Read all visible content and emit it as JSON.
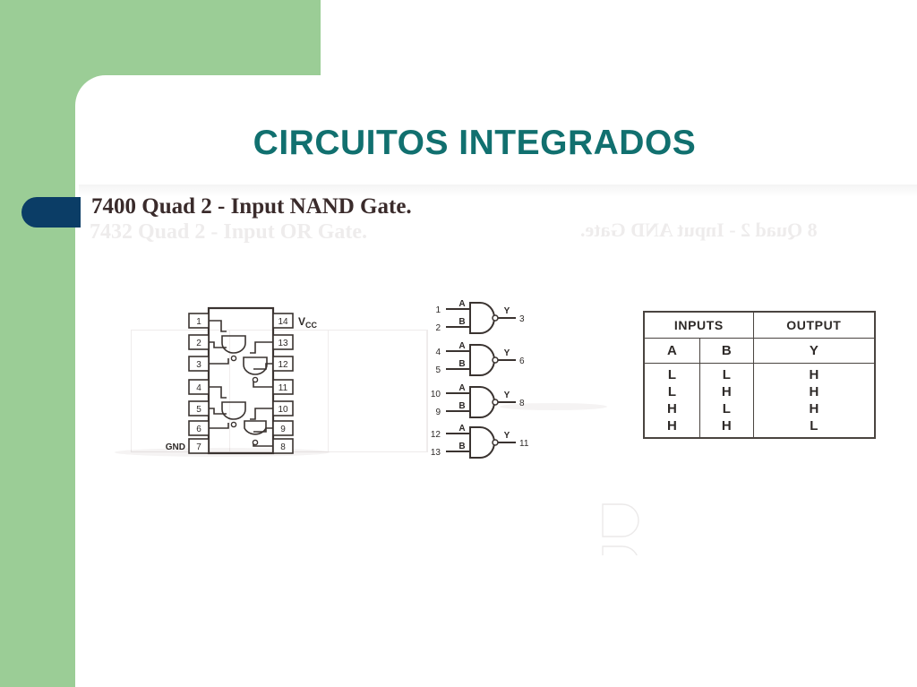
{
  "slide": {
    "title": "CIRCUITOS INTEGRADOS",
    "accent_color": "#11706f",
    "band_color": "#9bcd96",
    "pill_color": "#0b3d66"
  },
  "scan": {
    "subtitle": "7400 Quad 2 - Input NAND Gate.",
    "ghost_subtitle_left": "7432 Quad 2 - Input OR Gate.",
    "ghost_subtitle_right": "8 Quad 2 - Input AND Gate."
  },
  "dip_package": {
    "name": "DIP-14 pinout",
    "left_pins": [
      "1",
      "2",
      "3",
      "4",
      "5",
      "6",
      "7"
    ],
    "right_pins": [
      "14",
      "13",
      "12",
      "11",
      "10",
      "9",
      "8"
    ],
    "gnd_label": "GND",
    "vcc_label": "V",
    "vcc_sub": "CC"
  },
  "gates": {
    "input_a_label": "A",
    "input_b_label": "B",
    "output_label": "Y",
    "list": [
      {
        "a_pin": "1",
        "b_pin": "2",
        "y_pin": "3"
      },
      {
        "a_pin": "4",
        "b_pin": "5",
        "y_pin": "6"
      },
      {
        "a_pin": "10",
        "b_pin": "9",
        "y_pin": "8"
      },
      {
        "a_pin": "12",
        "b_pin": "13",
        "y_pin": "11"
      }
    ]
  },
  "truth_table": {
    "group_headers": [
      "INPUTS",
      "OUTPUT"
    ],
    "columns": [
      "A",
      "B",
      "Y"
    ],
    "rows": [
      [
        "L",
        "L",
        "H"
      ],
      [
        "L",
        "H",
        "H"
      ],
      [
        "H",
        "L",
        "H"
      ],
      [
        "H",
        "H",
        "L"
      ]
    ],
    "col_a": [
      "L",
      "L",
      "H",
      "H"
    ],
    "col_b": [
      "L",
      "H",
      "L",
      "H"
    ],
    "col_y": [
      "H",
      "H",
      "H",
      "L"
    ]
  }
}
